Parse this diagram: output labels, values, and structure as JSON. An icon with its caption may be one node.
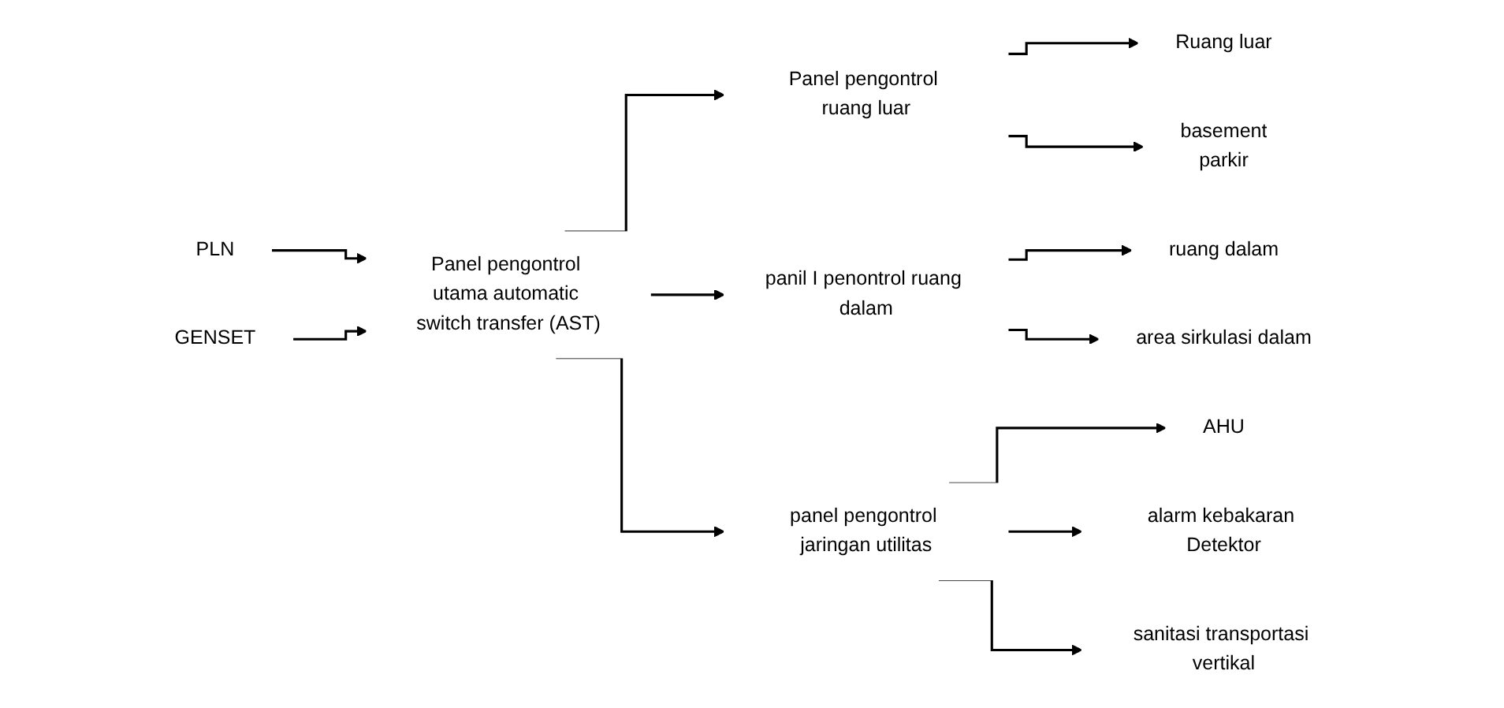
{
  "diagram": {
    "nodes": [
      {
        "text": [
          "PLN"
        ]
      },
      {
        "text": [
          "Panel pengontrol utama automatic switch transfer (AST)"
        ]
      },
      {
        "text": [
          "GENSET"
        ]
      },
      {
        "text": [
          "Panel pengontrol ruang luar"
        ]
      },
      {
        "text": [
          "panil I penontrol ruang dalam"
        ]
      },
      {
        "text": [
          "panel pengontrol jaringan utilitas"
        ]
      },
      {
        "text": [
          "Ruang luar"
        ]
      },
      {
        "text": [
          "basement",
          "parkir"
        ]
      },
      {
        "text": [
          "ruang dalam"
        ]
      },
      {
        "text": [
          "area sirkulasi dalam"
        ]
      },
      {
        "text": [
          "AHU"
        ]
      },
      {
        "text": [
          "alarm kebakaran Detektor"
        ]
      },
      {
        "text": [
          "sanitasi transportasi vertikal"
        ]
      }
    ],
    "edges": [
      {
        "from": 0,
        "to": 1,
        "arrow": "to"
      },
      {
        "from": 2,
        "to": 1,
        "arrow": "to"
      },
      {
        "from": 1,
        "to": 3,
        "arrow": "to"
      },
      {
        "from": 1,
        "to": 4,
        "arrow": "to"
      },
      {
        "from": 1,
        "to": 5,
        "arrow": "to"
      },
      {
        "from": 3,
        "to": 6,
        "arrow": "to"
      },
      {
        "from": 3,
        "to": 7,
        "arrow": "to"
      },
      {
        "from": 4,
        "to": 8,
        "arrow": "to"
      },
      {
        "from": 4,
        "to": 9,
        "arrow": "to"
      },
      {
        "from": 5,
        "to": 10,
        "arrow": "to"
      },
      {
        "from": 5,
        "to": 11,
        "arrow": "to"
      },
      {
        "from": 5,
        "to": 12,
        "arrow": "to"
      }
    ]
  }
}
